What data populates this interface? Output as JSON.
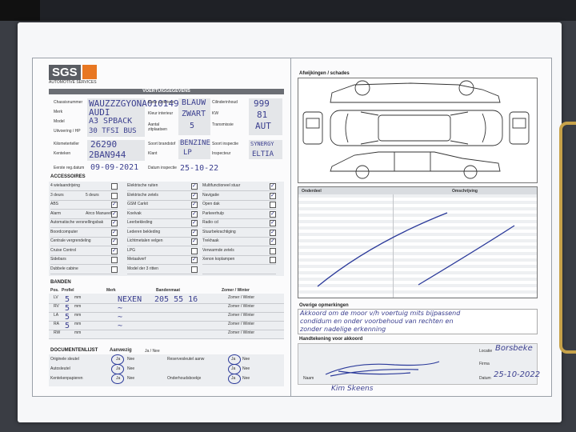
{
  "logo": {
    "name": "SGS",
    "subtitle": "AUTOMOTIVE SERVICES"
  },
  "header_title": "VOERTUIGGEGEVENS",
  "vehicle_fields": {
    "chassis_label": "Chassisnummer",
    "chassis_value": "WAUZZZGYONA010149",
    "merk_label": "Merk",
    "merk_value": "AUDI",
    "model_label": "Model",
    "model_value": "A3 SPBACK",
    "uitvoering_label": "Uitvoering / HP",
    "uitvoering_value": "30 TFSI BUS",
    "kleur_ext_label": "Kleur exterieur",
    "kleur_ext_value": "BLAUW",
    "kleur_int_label": "Kleur interieur",
    "kleur_int_value": "ZWART",
    "zitplaatsen_label": "Aantal zitplaatsen",
    "zitplaatsen_value": "5",
    "cilinder_label": "Cilinderinhoud",
    "cilinder_value": "999",
    "kw_label": "KW",
    "kw_value": "81",
    "transmissie_label": "Transmissie",
    "transmissie_value": "AUT",
    "km_label": "Kilometerteller",
    "km_value": "26290",
    "kenteken_label": "Kenteken",
    "kenteken_value": "2BAN944",
    "brandstof_label": "Soort brandstof",
    "brandstof_value": "BENZINE",
    "klant_label": "Klant",
    "klant_value": "LP",
    "soort_insp_label": "Soort inspectie",
    "soort_insp_value": "SYNERGY",
    "inspecteur_label": "Inspecteur",
    "inspecteur_value": "ELTIA",
    "ereg_label": "Eerste reg.datum",
    "ereg_value": "09-09-2021",
    "datum_insp_label": "Datum inspectie",
    "datum_insp_value": "25-10-22"
  },
  "accessoires": {
    "title": "ACCESSOIRES",
    "col1": [
      "4 wielaandrijving",
      "3 deurs",
      "ABS",
      "Alarm",
      "Automatische versnellingsbak",
      "Boordcomputer",
      "Centrale vergrendeling",
      "Cruise Control",
      "Sidebars",
      "Dubbele cabine"
    ],
    "col2": [
      "Elektrische ruiten",
      "Elektrische zetels",
      "GSM Carkit",
      "Koelvak",
      "Leerbekleding",
      "Lederen bekleding",
      "Lichtmetalen velgen",
      "LPG",
      "Metaalverf",
      "Model der 3 ritten"
    ],
    "col3": [
      "Multifunctioneel stuur",
      "Navigatie",
      "Open dak",
      "Parkeerhulp",
      "Radio cd",
      "Stuurbekrachtiging",
      "Trekhaak",
      "Verwarmde zetels",
      "Xenon koplampen",
      ""
    ],
    "extra": [
      "5 deurs",
      "Airco Manueel"
    ],
    "checked_col1": [
      false,
      false,
      true,
      true,
      true,
      true,
      true,
      true,
      false,
      false
    ],
    "checked_col2": [
      true,
      true,
      true,
      true,
      true,
      true,
      true,
      false,
      true,
      false
    ],
    "checked_col3": [
      true,
      true,
      false,
      true,
      true,
      true,
      true,
      false,
      false,
      false
    ]
  },
  "banden": {
    "title": "BANDEN",
    "headers": [
      "Pos.",
      "Profiel",
      "Merk",
      "Bandenmaat",
      "Zomer / Winter"
    ],
    "rows": [
      {
        "pos": "LV",
        "profiel": "5",
        "unit": "mm",
        "merk": "NEXEN",
        "maat": "205 55 16",
        "season": "Zomer / Winter"
      },
      {
        "pos": "RV",
        "profiel": "5",
        "unit": "mm",
        "merk": "~",
        "maat": "",
        "season": "Zomer / Winter"
      },
      {
        "pos": "LA",
        "profiel": "5",
        "unit": "mm",
        "merk": "~",
        "maat": "",
        "season": "Zomer / Winter"
      },
      {
        "pos": "RA",
        "profiel": "5",
        "unit": "mm",
        "merk": "~",
        "maat": "",
        "season": "Zomer / Winter"
      },
      {
        "pos": "RW",
        "profiel": "",
        "unit": "mm",
        "merk": "",
        "maat": "",
        "season": "Zomer / Winter"
      }
    ]
  },
  "documenten": {
    "title": "DOCUMENTENLIJST",
    "aanwezig": "Aanwezig",
    "ja_nee": "Ja / Nee",
    "rows": [
      "Originele sleutel",
      "Autosleutel",
      "Kentekenpapieren"
    ],
    "rows2": [
      "Reservesleutel aanw",
      "",
      "Onderhoudsboekje"
    ],
    "ja": "Ja",
    "nee": "Nee"
  },
  "schades": {
    "title": "Afwijkingen / schades",
    "col_onderdeel": "Onderdeel",
    "col_omschrijving": "Omschrijving"
  },
  "opmerkingen": {
    "title": "Overige opmerkingen",
    "text_line1": "Akkoord om de moor v/h voertuig mits bijpassend",
    "text_line2": "condidum en onder voorbehoud van rechten en",
    "text_line3": "zonder nadelige erkenning"
  },
  "akkoord": {
    "title": "Handtekening voor akkoord",
    "locatie_label": "Locatie",
    "locatie_value": "Borsbeke",
    "firma_label": "Firma",
    "naam_label": "Naam",
    "naam_value": "Kim Skeens",
    "datum_label": "Datum",
    "datum_value": "25-10-2022"
  }
}
